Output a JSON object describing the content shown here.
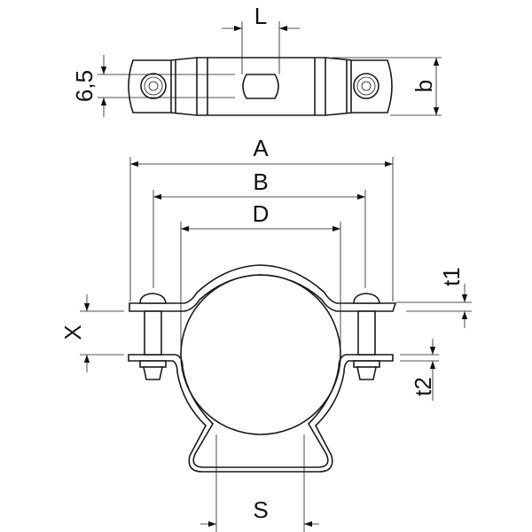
{
  "title": "Pipe clamp dimension drawing",
  "colors": {
    "line": "#1a1a1a",
    "background": "#ffffff"
  },
  "labels": {
    "L": "L",
    "six_five": "6,5",
    "b": "b",
    "A": "A",
    "B": "B",
    "D": "D",
    "X": "X",
    "t1": "t1",
    "t2": "t2",
    "S": "S"
  }
}
